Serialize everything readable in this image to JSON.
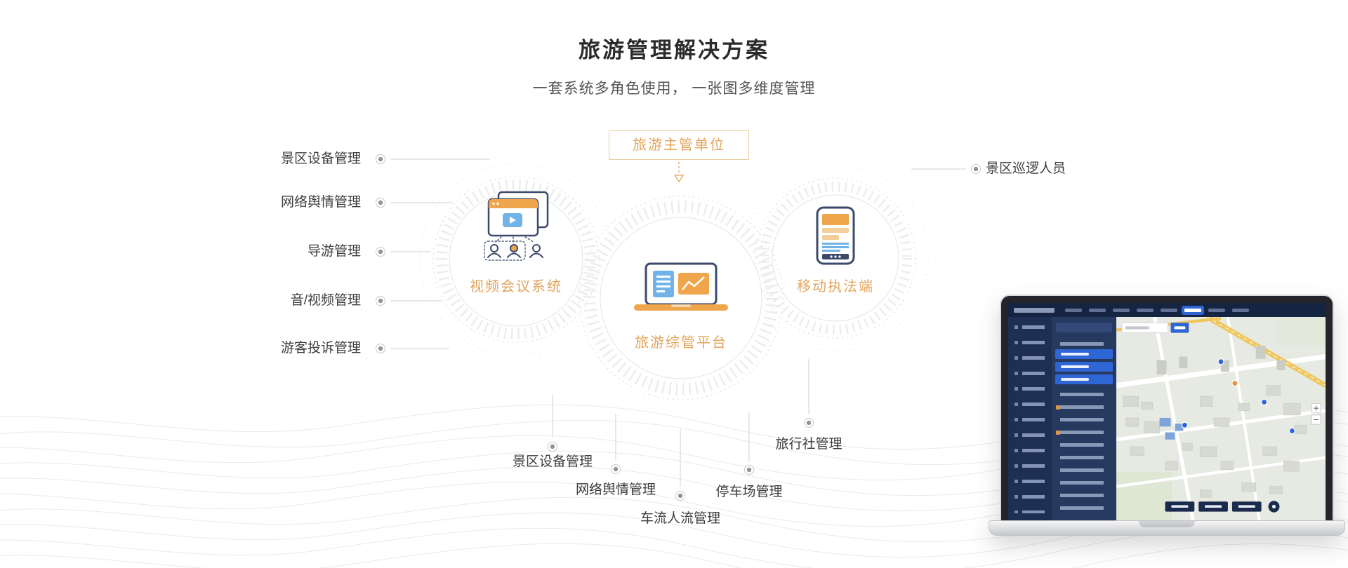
{
  "header": {
    "title": "旅游管理解决方案",
    "subtitle": "一套系统多角色使用， 一张图多维度管理"
  },
  "diagram": {
    "authority_box": "旅游主管单位",
    "nodes": {
      "video": "视频会议系统",
      "platform": "旅游综管平台",
      "mobile": "移动执法端"
    },
    "left_labels": [
      "景区设备管理",
      "网络舆情管理",
      "导游管理",
      "音/视频管理",
      "游客投诉管理"
    ],
    "right_labels": [
      "景区巡逻人员"
    ],
    "bottom_labels": [
      "景区设备管理",
      "网络舆情管理",
      "车流人流管理",
      "停车场管理",
      "旅行社管理"
    ]
  },
  "icons": {
    "video_system": "video-conference-icon",
    "platform": "laptop-dashboard-icon",
    "mobile_terminal": "smartphone-icon",
    "arrow": "dashed-down-arrow-icon"
  },
  "colors": {
    "accent_orange": "#E2A45A",
    "icon_navy": "#3D4A6B",
    "icon_blue": "#6FB3E8",
    "icon_orange_fill": "#EFA54B",
    "connector_gray": "#D9D9D9",
    "dashboard_navy": "#1B2B4D",
    "highlight_blue": "#2F66D6",
    "map_background": "#E7E9E3",
    "road_yellow": "#EFC75E"
  }
}
